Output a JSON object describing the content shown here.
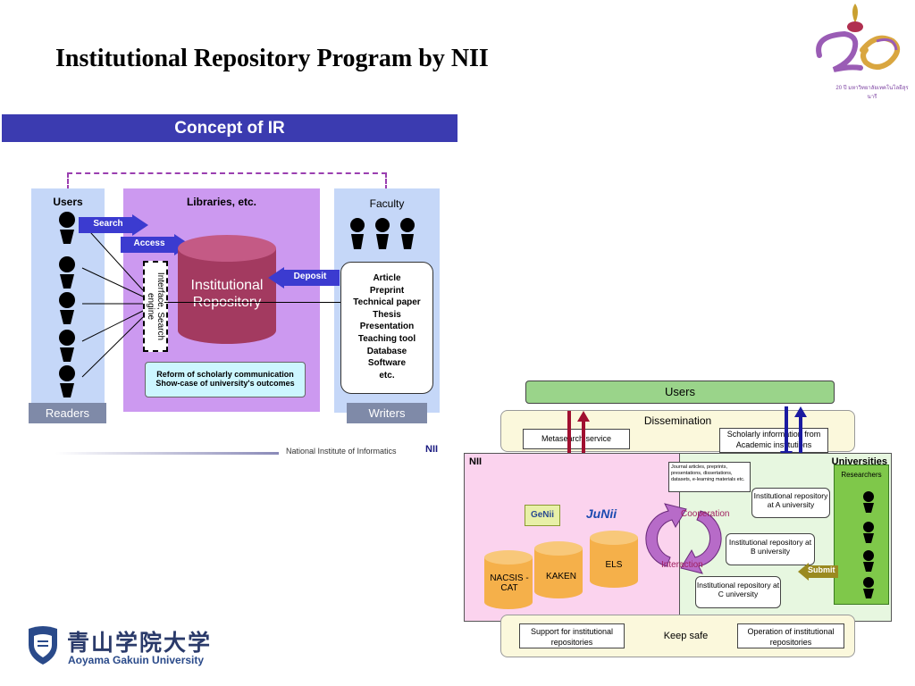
{
  "page": {
    "title": "Institutional Repository Program by NII"
  },
  "logo_top": {
    "text": "20 ปี มหาวิทยาลัยเทคโนโลยีสุรนารี"
  },
  "university": {
    "name_jp": "青山学院大学",
    "name_en": "Aoyama Gakuin University"
  },
  "concept": {
    "title": "Concept of IR",
    "users_label": "Users",
    "libraries_label": "Libraries, etc.",
    "faculty_label": "Faculty",
    "search": "Search",
    "access": "Access",
    "deposit": "Deposit",
    "interface": "Interface, Search engine",
    "repository": "Institutional Repository",
    "faculty_items": [
      "Article",
      "Preprint",
      "Technical paper",
      "Thesis",
      "Presentation",
      "Teaching tool",
      "Database",
      "Software",
      "etc."
    ],
    "reform_line1": "Reform of scholarly communication",
    "reform_line2": "Show-case of university's outcomes",
    "readers": "Readers",
    "writers": "Writers",
    "nii_footer": "National Institute of Informatics",
    "nii_mark": "NII"
  },
  "nii_diagram": {
    "users": "Users",
    "dissemination": "Dissemination",
    "metasearch": "Metasearch service",
    "scholarly_info": "Scholarly information from Academic institutions",
    "nii": "NII",
    "universities": "Universities",
    "researchers": "Researchers",
    "journal_note": "Journal articles, preprints, presentations, dissertations, datasets, e-learning materials etc.",
    "genii": "GeNii",
    "junii": "JuNii",
    "cooperation": "Cooperation",
    "interaction": "Interaction",
    "repo_a": "Institutional repository at A university",
    "repo_b": "Institutional repository at B university",
    "repo_c": "Institutional repository at C university",
    "submit": "Submit",
    "nacsis": "NACSIS -CAT",
    "kaken": "KAKEN",
    "els": "ELS",
    "support": "Support for institutional repositories",
    "keep_safe": "Keep safe",
    "operation": "Operation of institutional repositories"
  }
}
